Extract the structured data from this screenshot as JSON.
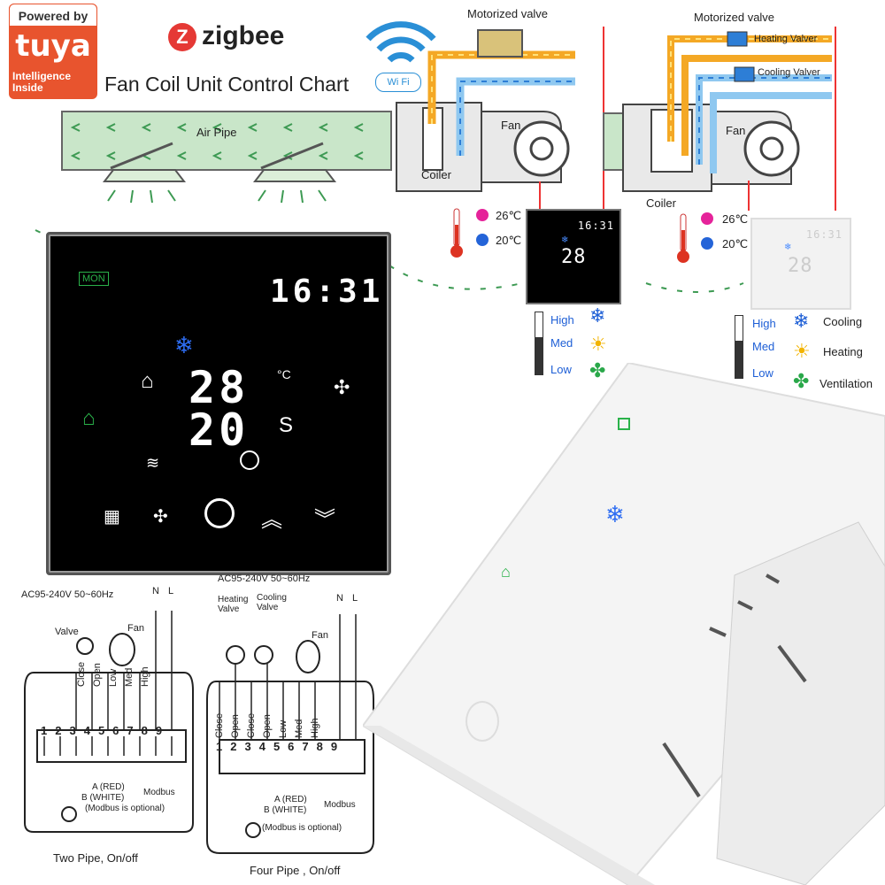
{
  "header": {
    "powered_by": "Powered by",
    "brand": "tuya",
    "brand_tagline": "Intelligence Inside",
    "protocol": "zigbee",
    "title": "Fan Coil Unit Control Chart",
    "wifi_badge": "Wi Fi"
  },
  "diagram_left": {
    "valve_label": "Motorized valve",
    "fan_label": "Fan",
    "coil_label": "Coiler",
    "air_pipe_label": "Air Pipe"
  },
  "diagram_right": {
    "valve_label": "Motorized valve",
    "heating_valve": "Heating Valver",
    "cooling_valve": "Cooling Valver",
    "fan_label": "Fan",
    "coil_label": "Coiler"
  },
  "temps": {
    "hot": "26℃",
    "cold": "20℃"
  },
  "speeds": [
    "High",
    "Med",
    "Low"
  ],
  "modes": [
    "Cooling",
    "Heating",
    "Ventilation"
  ],
  "mode_colors": {
    "cooling": "#1e5fd6",
    "heating": "#f2b300",
    "ventilation": "#2aa84a"
  },
  "thermostat": {
    "day": "MON",
    "time": "16:31",
    "set_temp": "28",
    "temp_unit": "°C",
    "room_temp": "20",
    "room_unit": "S"
  },
  "mini_thermostat": {
    "time": "16:31",
    "temp": "28"
  },
  "wiring_two_pipe": {
    "supply": "AC95-240V  50~60Hz",
    "n": "N",
    "l": "L",
    "valve": "Valve",
    "fan": "Fan",
    "terminals": [
      "Close",
      "Open",
      "Low",
      "Med",
      "High"
    ],
    "numbers": [
      "1",
      "2",
      "3",
      "4",
      "5",
      "6",
      "7",
      "8",
      "9"
    ],
    "modbus_a": "A (RED)",
    "modbus_b": "B (WHITE)",
    "modbus": "Modbus",
    "modbus_note": "(Modbus is optional)",
    "caption": "Two Pipe, On/off"
  },
  "wiring_four_pipe": {
    "supply": "AC95-240V  50~60Hz",
    "n": "N",
    "l": "L",
    "heating_valve": "Heating Valve",
    "cooling_valve": "Cooling Valve",
    "fan": "Fan",
    "terminals": [
      "Close",
      "Open",
      "Close",
      "Open",
      "Low",
      "Med",
      "High"
    ],
    "numbers": [
      "1",
      "2",
      "3",
      "4",
      "5",
      "6",
      "7",
      "8",
      "9"
    ],
    "modbus_a": "A (RED)",
    "modbus_b": "B (WHITE)",
    "modbus": "Modbus",
    "modbus_note": "(Modbus is optional)",
    "caption": "Four Pipe , On/off"
  }
}
